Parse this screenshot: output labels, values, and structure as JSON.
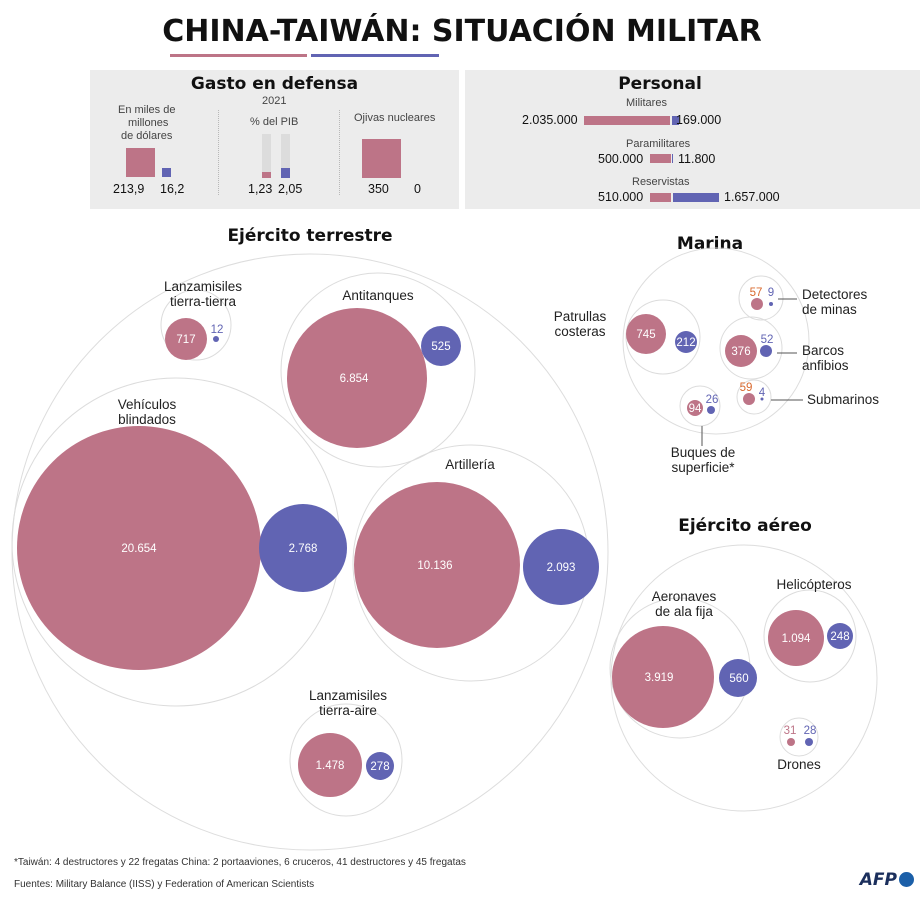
{
  "title": "CHINA-TAIWÁN: SITUACIÓN MILITAR",
  "colors": {
    "china": "#bd7487",
    "taiwan": "#6164b3",
    "highlight_orange": "#d9692e"
  },
  "defense": {
    "title": "Gasto en defensa",
    "year": "2021",
    "spend_caption": "En miles de millones de dólares",
    "spend_caption_lines": [
      "En miles de",
      "millones",
      "de  dólares"
    ],
    "spend_china": "213,9",
    "spend_taiwan": "16,2",
    "gdp_caption": "% del PIB",
    "gdp_china": "1,23",
    "gdp_taiwan": "2,05",
    "nukes_caption": "Ojivas nucleares",
    "nukes_china": "350",
    "nukes_taiwan": "0"
  },
  "personnel": {
    "title": "Personal",
    "rows": [
      {
        "label": "Militares",
        "china": "2.035.000",
        "taiwan": "169.000"
      },
      {
        "label": "Paramilitares",
        "china": "500.000",
        "taiwan": "11.800"
      },
      {
        "label": "Reservistas",
        "china": "510.000",
        "taiwan": "1.657.000"
      }
    ]
  },
  "army": {
    "title": "Ejército terrestre",
    "groups": [
      {
        "label": "Vehículos blindados",
        "china": "20.654",
        "taiwan": "2.768"
      },
      {
        "label": "Artillería",
        "china": "10.136",
        "taiwan": "2.093"
      },
      {
        "label": "Antitanques",
        "china": "6.854",
        "taiwan": "525"
      },
      {
        "label": "Lanzamisiles tierra-aire",
        "china": "1.478",
        "taiwan": "278"
      },
      {
        "label": "Lanzamisiles tierra-tierra",
        "china": "717",
        "taiwan": "12"
      }
    ]
  },
  "navy": {
    "title": "Marina",
    "groups": [
      {
        "label": "Patrullas costeras",
        "china": "745",
        "taiwan": "212"
      },
      {
        "label": "Barcos anfibios",
        "china": "376",
        "taiwan": "52"
      },
      {
        "label": "Buques de superficie*",
        "china": "94",
        "taiwan": "26"
      },
      {
        "label": "Submarinos",
        "china": "59",
        "taiwan": "4"
      },
      {
        "label": "Detectores de minas",
        "china": "57",
        "taiwan": "9"
      }
    ]
  },
  "air": {
    "title": "Ejército aéreo",
    "groups": [
      {
        "label": "Aeronaves de ala fija",
        "china": "3.919",
        "taiwan": "560"
      },
      {
        "label": "Helicópteros",
        "china": "1.094",
        "taiwan": "248"
      },
      {
        "label": "Drones",
        "china": "31",
        "taiwan": "28"
      }
    ]
  },
  "footnote": "*Taiwán: 4 destructores y 22 fregatas China: 2 portaaviones, 6 cruceros,  41 destructores y 45 fregatas",
  "sources": "Fuentes: Military Balance (IISS) y Federation of American Scientists",
  "logo": "AFP"
}
